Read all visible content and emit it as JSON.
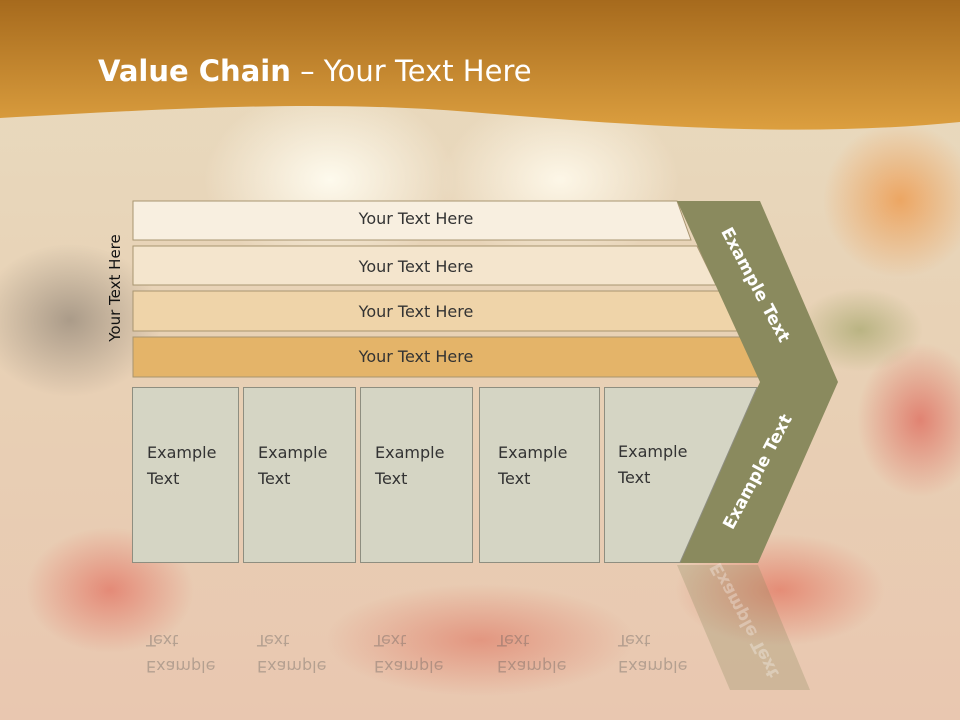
{
  "title": {
    "bold": "Value Chain",
    "rest": " – Your Text Here"
  },
  "side_label": "Your Text Here",
  "rows": [
    {
      "label": "Your Text Here",
      "color": "#f8efe0"
    },
    {
      "label": "Your Text Here",
      "color": "#f4e5cd"
    },
    {
      "label": "Your Text Here",
      "color": "#efd4a9"
    },
    {
      "label": "Your Text Here",
      "color": "#e4b469"
    }
  ],
  "cards": [
    {
      "line1": "Example",
      "line2": "Text"
    },
    {
      "line1": "Example",
      "line2": "Text"
    },
    {
      "line1": "Example",
      "line2": "Text"
    },
    {
      "line1": "Example",
      "line2": "Text"
    },
    {
      "line1": "Example",
      "line2": "Text"
    }
  ],
  "chevron": {
    "upper": "Example Text",
    "lower": "Example Text",
    "color": "#8a8a5e"
  },
  "colors": {
    "header_light": "#dca044",
    "header_dark": "#a86a1e"
  }
}
